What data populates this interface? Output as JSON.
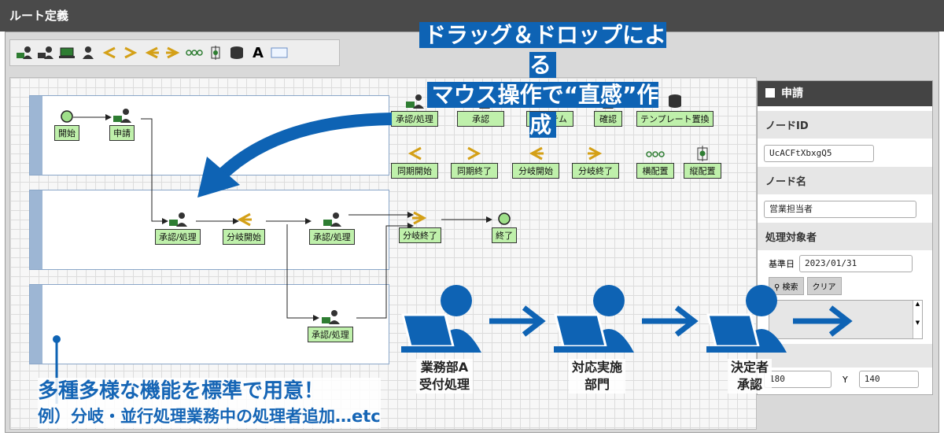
{
  "window": {
    "title": "ルート定義"
  },
  "toolbar": {
    "items": [
      "approve-user-icon",
      "approve2-user-icon",
      "system-icon",
      "user-icon",
      "sync-start-icon",
      "sync-end-icon",
      "branch-start-icon",
      "branch-end-icon",
      "horizontal-icon",
      "vertical-icon",
      "database-icon",
      "text-icon",
      "comment-icon"
    ],
    "text_tool_label": "A"
  },
  "callout_top": {
    "line1": "ドラッグ＆ドロップによる",
    "line2": "マウス操作で“直感”作成"
  },
  "flow": {
    "start": "開始",
    "apply": "申請",
    "approve1": "承認/処理",
    "branch_start": "分岐開始",
    "approve2": "承認/処理",
    "branch_end": "分岐終了",
    "end": "終了",
    "approve3": "承認/処理"
  },
  "palette": {
    "row1": [
      "承認/処理",
      "承認",
      "システム",
      "確認",
      "テンプレート置換"
    ],
    "row2": [
      "同期開始",
      "同期終了",
      "分岐開始",
      "分岐終了",
      "横配置",
      "縦配置"
    ]
  },
  "props": {
    "header": "申請",
    "node_id_label": "ノードID",
    "node_id_value": "UcACFtXbxgQ5",
    "node_name_label": "ノード名",
    "node_name_value": "営業担当者",
    "target_label": "処理対象者",
    "base_date_label": "基準日",
    "base_date_value": "2023/01/31",
    "search_btn": "検索",
    "clear_btn": "クリア",
    "x_value": "180",
    "y_label": "Y",
    "y_value": "140"
  },
  "persons": [
    {
      "line1": "業務部A",
      "line2": "受付処理"
    },
    {
      "line1": "対応実施",
      "line2": "部門"
    },
    {
      "line1": "決定者",
      "line2": "承認"
    }
  ],
  "callout_bottom": {
    "line1": "多種多様な機能を標準で用意！",
    "line2": "例）分岐・並行処理業務中の処理者追加…etc"
  },
  "colors": {
    "accent": "#0e63b4",
    "node_fill": "#bff0ab",
    "titlebar": "#4a4a4a"
  }
}
